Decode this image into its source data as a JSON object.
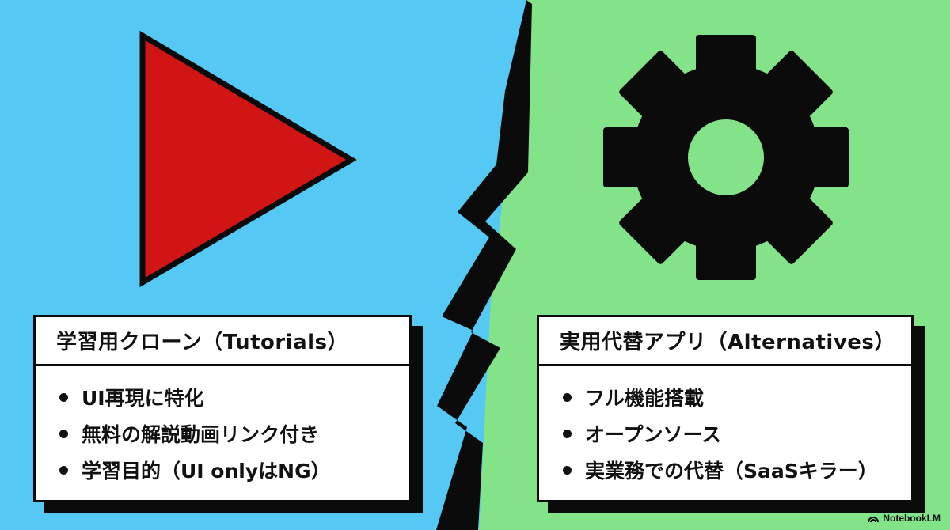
{
  "colors": {
    "left_background": "#55c9f3",
    "right_background": "#83e389",
    "play_icon_fill": "#d11414",
    "outline": "#0b0b0b",
    "card_background": "#ffffff"
  },
  "left_panel": {
    "icon": "play-icon",
    "title": "学習用クローン（Tutorials）",
    "items": [
      "UI再現に特化",
      "無料の解説動画リンク付き",
      "学習目的（UI onlyはNG）"
    ]
  },
  "right_panel": {
    "icon": "gear-icon",
    "title": "実用代替アプリ（Alternatives）",
    "items": [
      "フル機能搭載",
      "オープンソース",
      "実業務での代替（SaaSキラー）"
    ]
  },
  "divider_icon": "lightning-bolt-icon",
  "watermark": {
    "icon": "notebooklm-logo-icon",
    "label": "NotebookLM"
  }
}
